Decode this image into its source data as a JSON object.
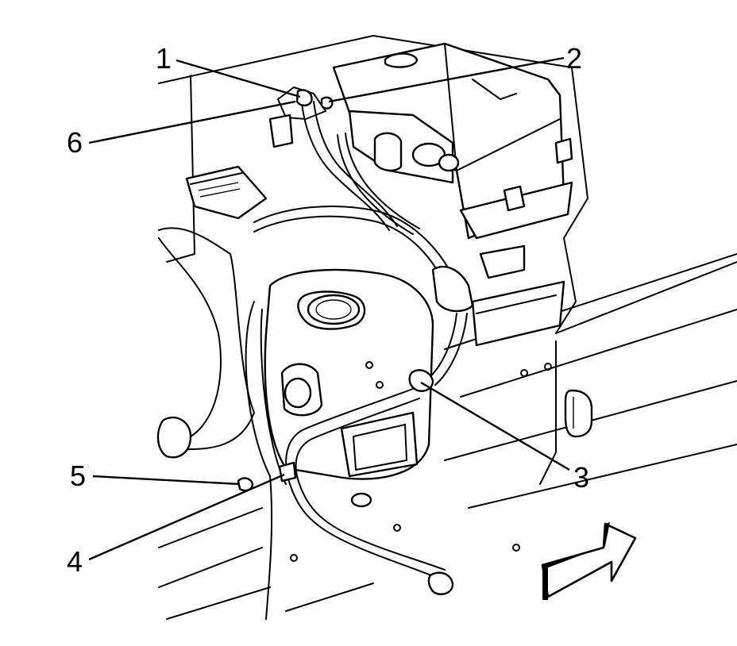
{
  "callouts": [
    {
      "id": "1",
      "label": "1"
    },
    {
      "id": "2",
      "label": "2"
    },
    {
      "id": "3",
      "label": "3"
    },
    {
      "id": "4",
      "label": "4"
    },
    {
      "id": "5",
      "label": "5"
    },
    {
      "id": "6",
      "label": "6"
    }
  ],
  "orientation_icon": "direction-arrow-icon"
}
